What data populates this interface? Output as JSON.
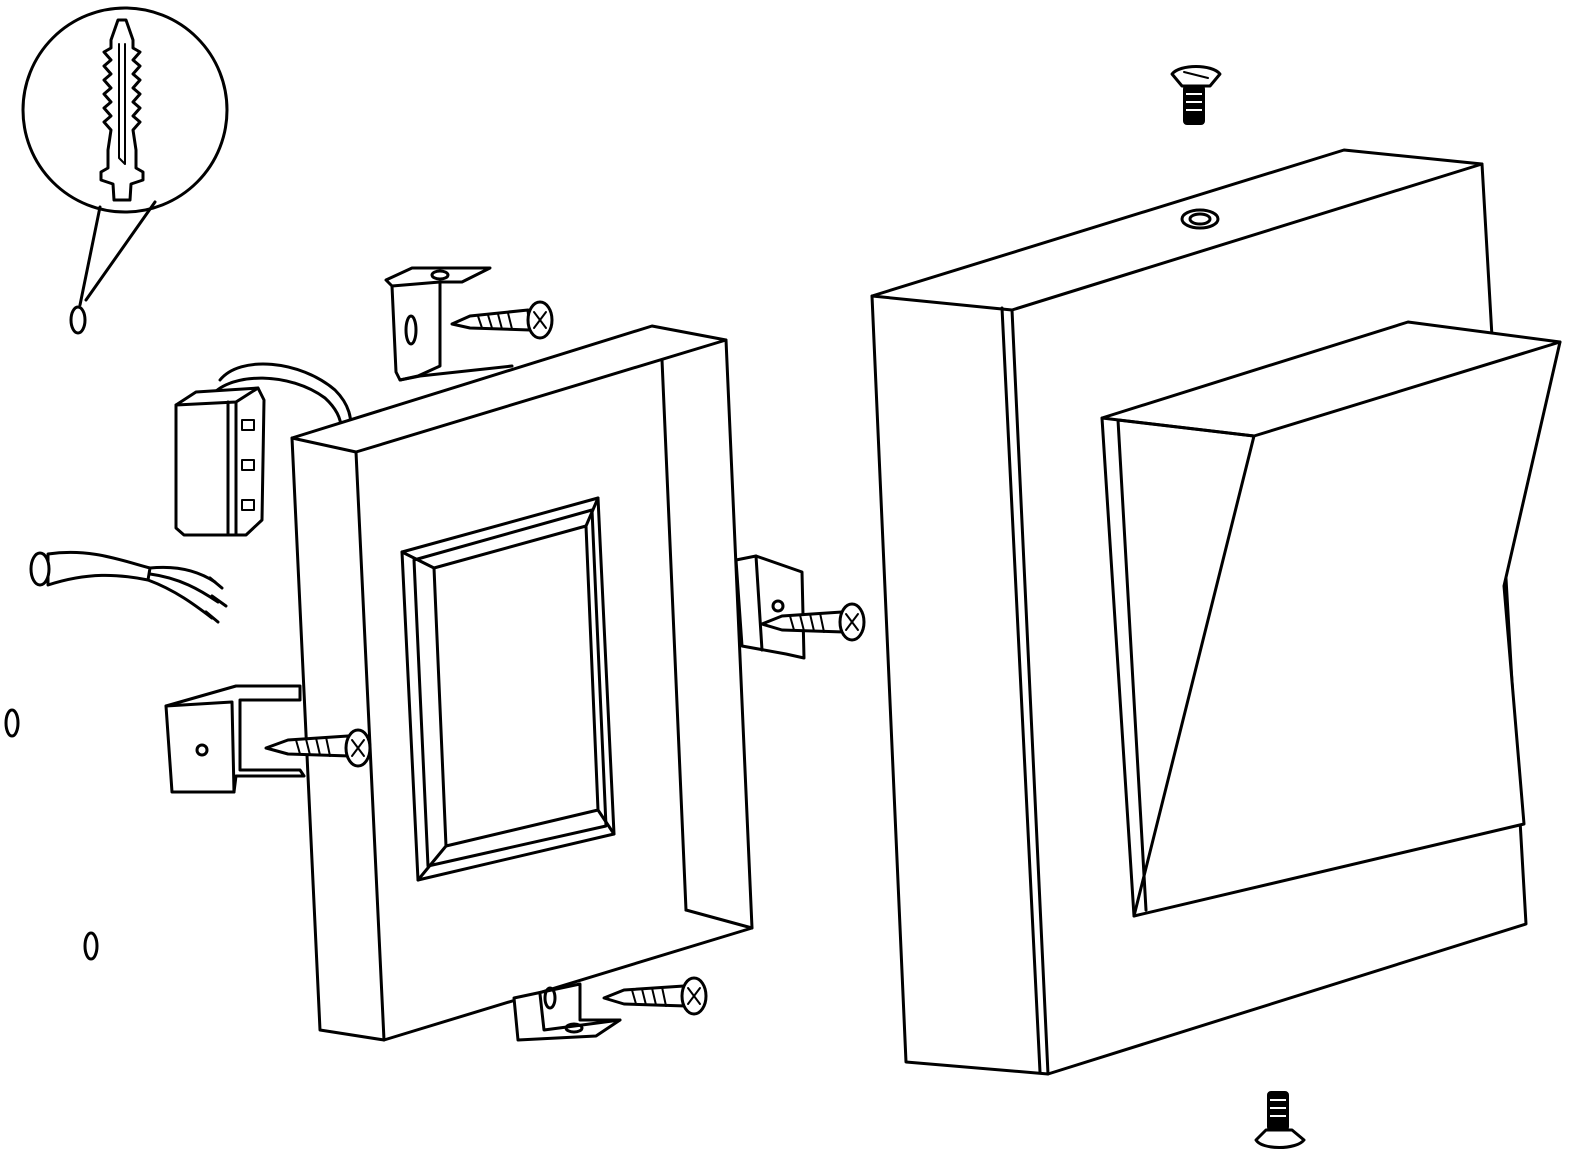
{
  "diagram": {
    "kind": "exploded-assembly-drawing",
    "line_color": "#000000",
    "background_color": "#ffffff",
    "parts": [
      "wall-plug-detail",
      "wall-hole",
      "terminal-block",
      "supply-cable",
      "mounting-plate",
      "led-module",
      "mounting-bracket",
      "wood-screw",
      "lamp-housing",
      "housing-screw"
    ]
  }
}
